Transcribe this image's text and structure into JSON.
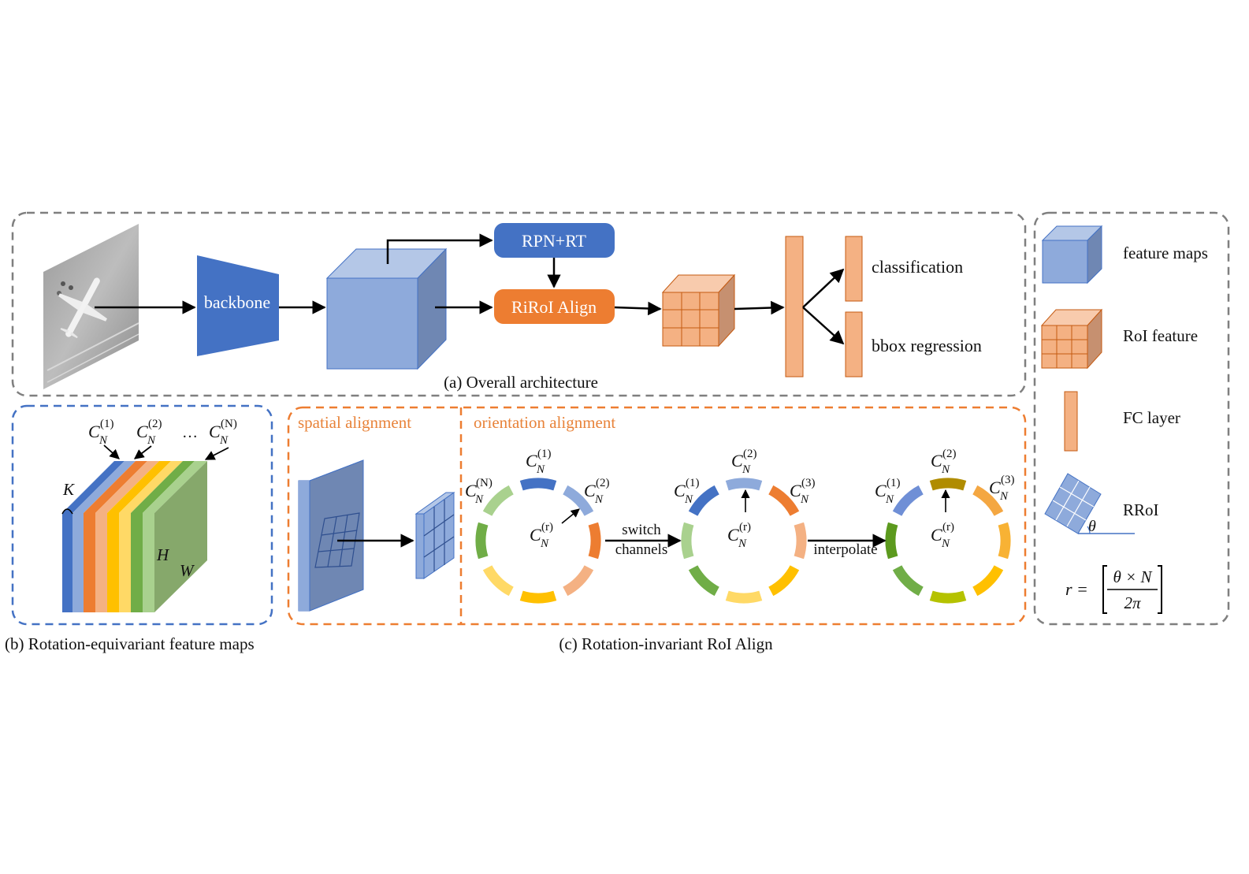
{
  "panel_a": {
    "caption": "(a) Overall architecture",
    "backbone": "backbone",
    "rpn": "RPN+RT",
    "rirol": "RiRoI Align",
    "head_cls": "classification",
    "head_reg": "bbox regression"
  },
  "legend": {
    "feature_maps": "feature maps",
    "roi_feature": "RoI feature",
    "fc_layer": "FC layer",
    "rroi": "RRoI",
    "theta": "θ",
    "formula_lhs": "r =",
    "formula_num": "θ × N",
    "formula_den": "2π"
  },
  "panel_b": {
    "caption": "(b) Rotation-equivariant feature maps",
    "ch_label": "C",
    "sub": "N",
    "sup1": "(1)",
    "sup2": "(2)",
    "supN": "(N)",
    "dots": "…",
    "k": "K",
    "h": "H",
    "w": "W"
  },
  "panel_c": {
    "caption": "(c) Rotation-invariant RoI Align",
    "spatial": "spatial alignment",
    "orientation": "orientation alignment",
    "switch1": "switch",
    "switch2": "channels",
    "interpolate": "interpolate",
    "ring1": {
      "top": "(1)",
      "left": "(N)",
      "right": "(2)",
      "center": "(r)"
    },
    "ring2": {
      "top": "(2)",
      "left": "(1)",
      "right": "(3)",
      "center": "(r)"
    },
    "ring3": {
      "top": "(2)",
      "left": "(1)",
      "right": "(3)",
      "center": "(r)"
    }
  },
  "colors": {
    "blue": "#4472c4",
    "light_blue": "#8eaadb",
    "orange": "#ed7d31",
    "light_orange": "#f4b183",
    "gray_dash": "#7f7f7f"
  }
}
